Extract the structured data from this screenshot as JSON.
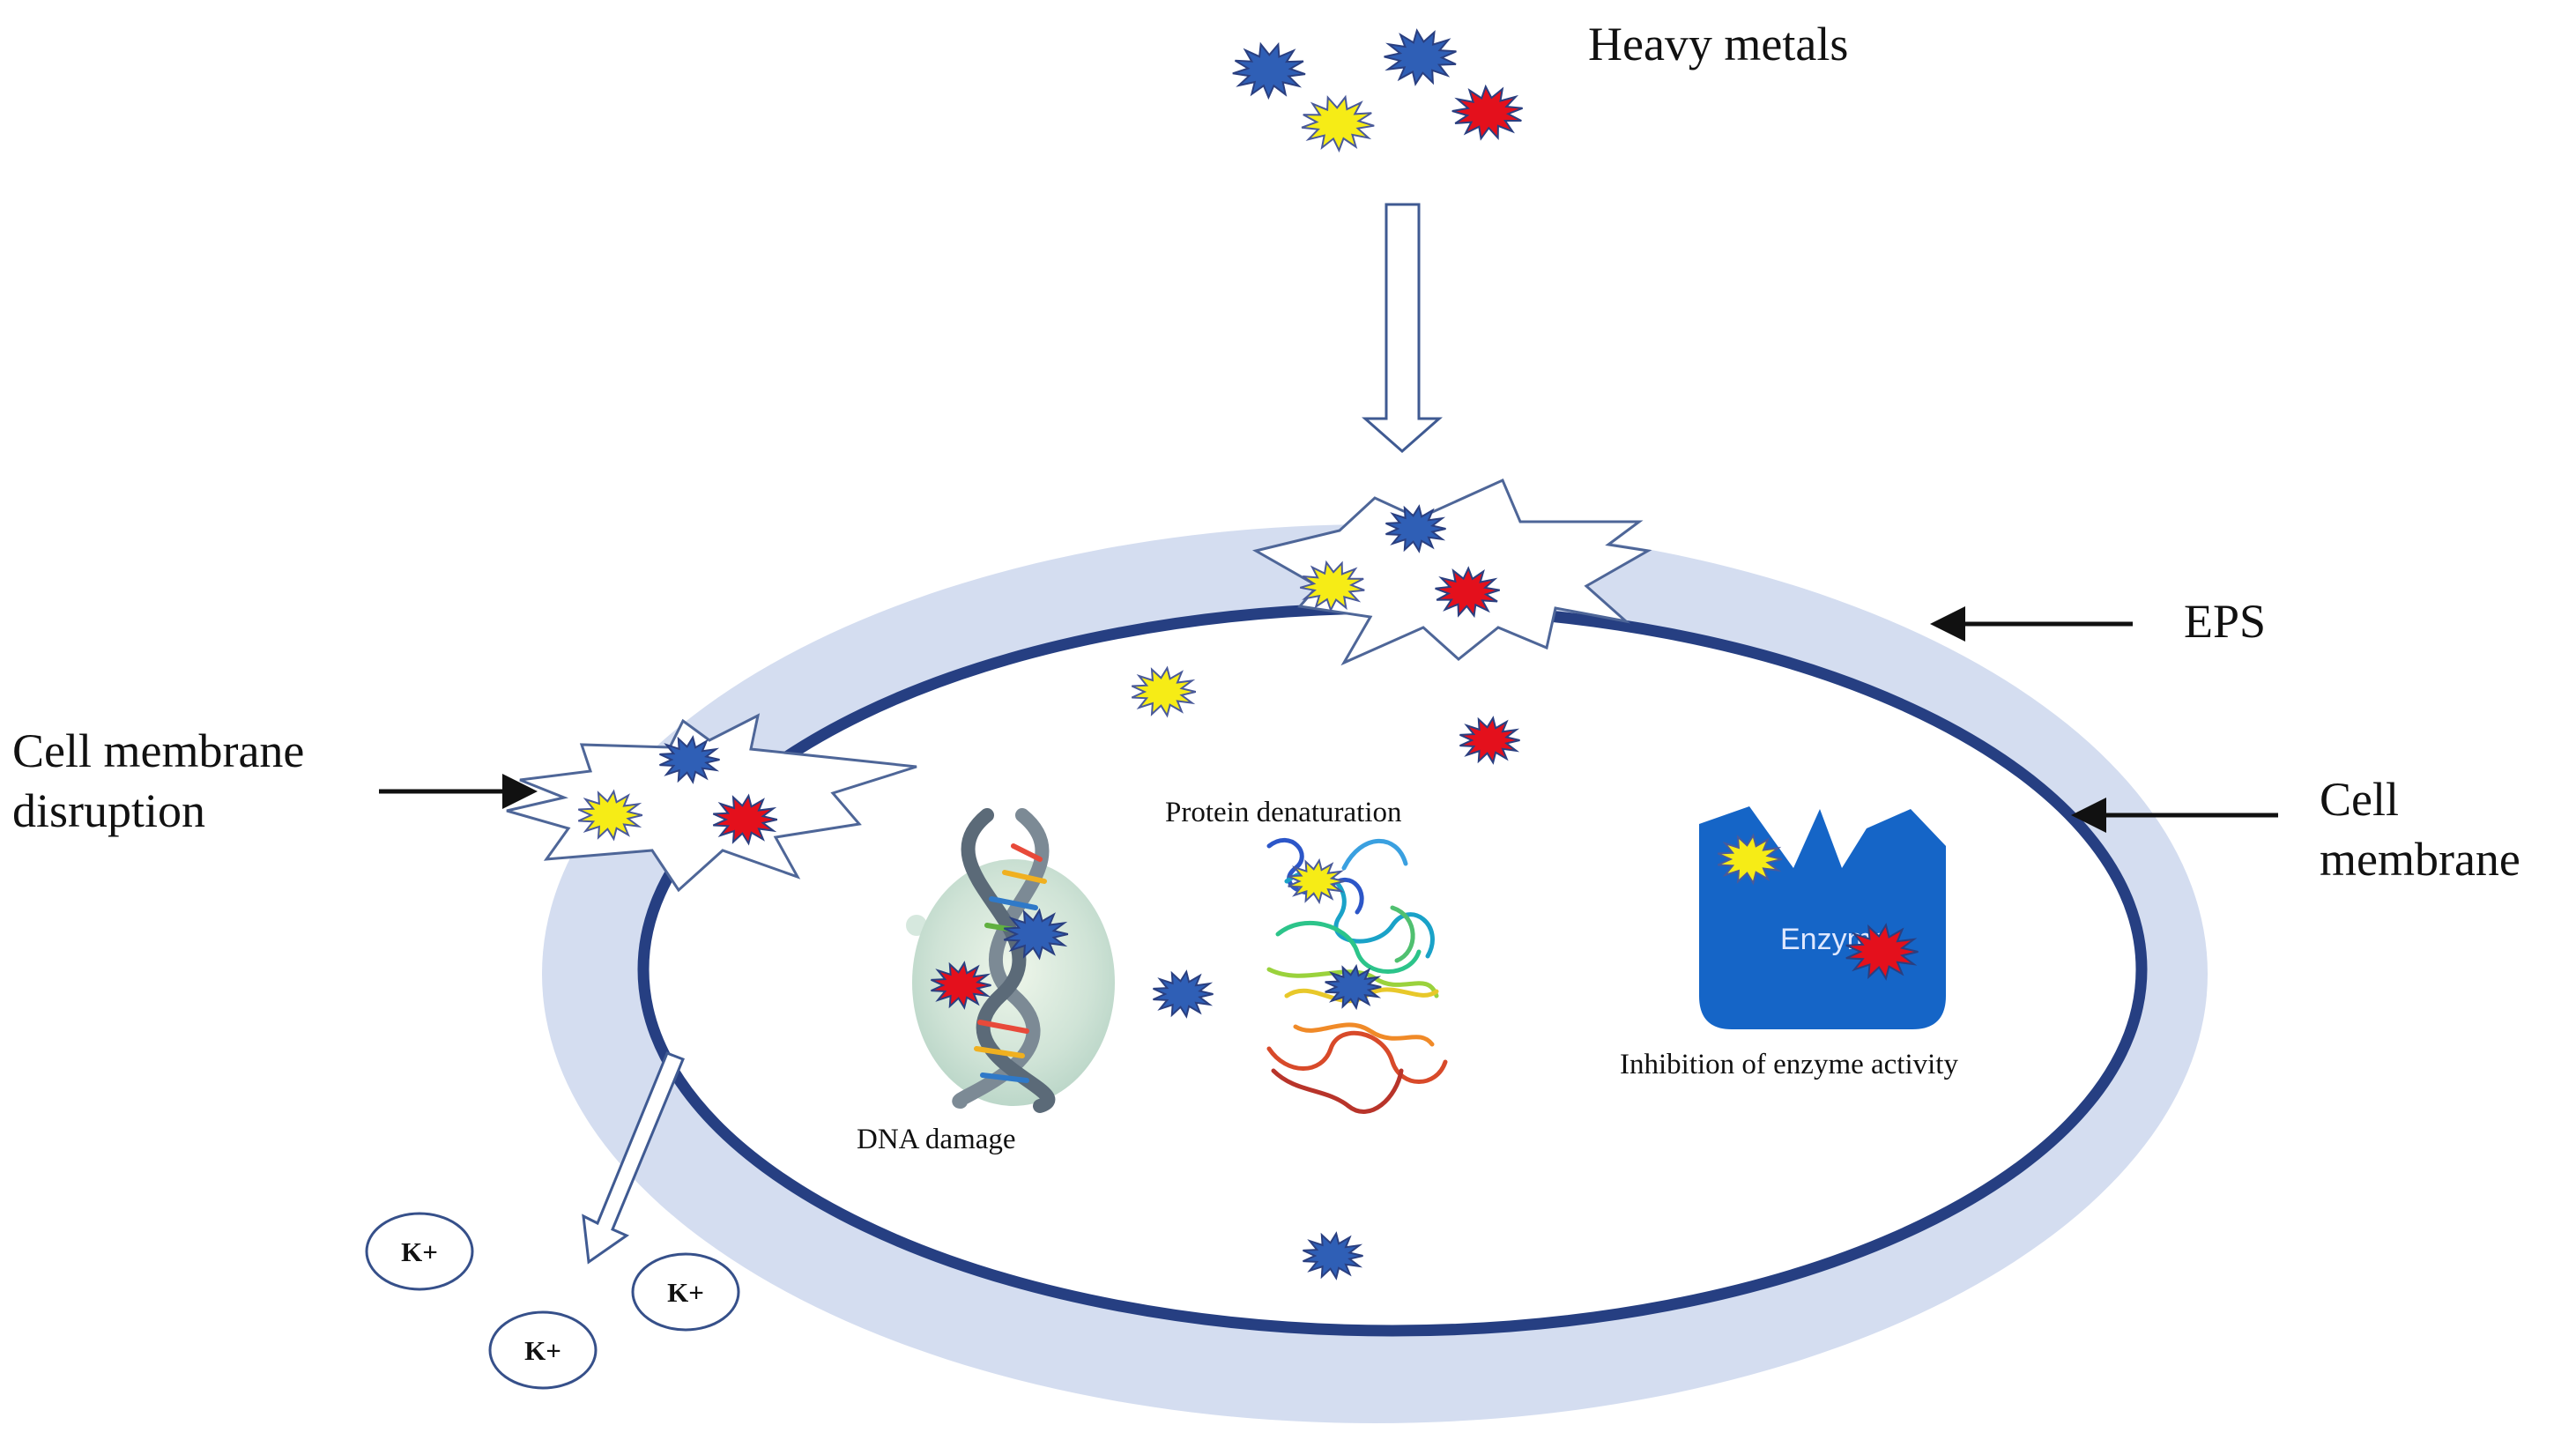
{
  "labels": {
    "heavy_metals": "Heavy metals",
    "eps": "EPS",
    "cell_membrane_line1": "Cell",
    "cell_membrane_line2": "membrane",
    "disruption_line1": "Cell membrane",
    "disruption_line2": "disruption",
    "protein_denaturation": "Protein denaturation",
    "dna_damage": "DNA damage",
    "enzyme_inhibition": "Inhibition of enzyme activity",
    "enzyme": "Enzyme",
    "potassium": "K+"
  },
  "colors": {
    "eps_layer": "#d4ddf0",
    "membrane": "#263f82",
    "metal_blue": "#2f5fb6",
    "metal_yellow": "#f6ec16",
    "metal_red": "#e4101c",
    "enzyme_fill": "#1565c7"
  },
  "icons": [
    "metal-ion-icon",
    "dna-helix-icon",
    "protein-structure-icon",
    "enzyme-shape-icon",
    "burst-icon",
    "arrow-icon"
  ]
}
